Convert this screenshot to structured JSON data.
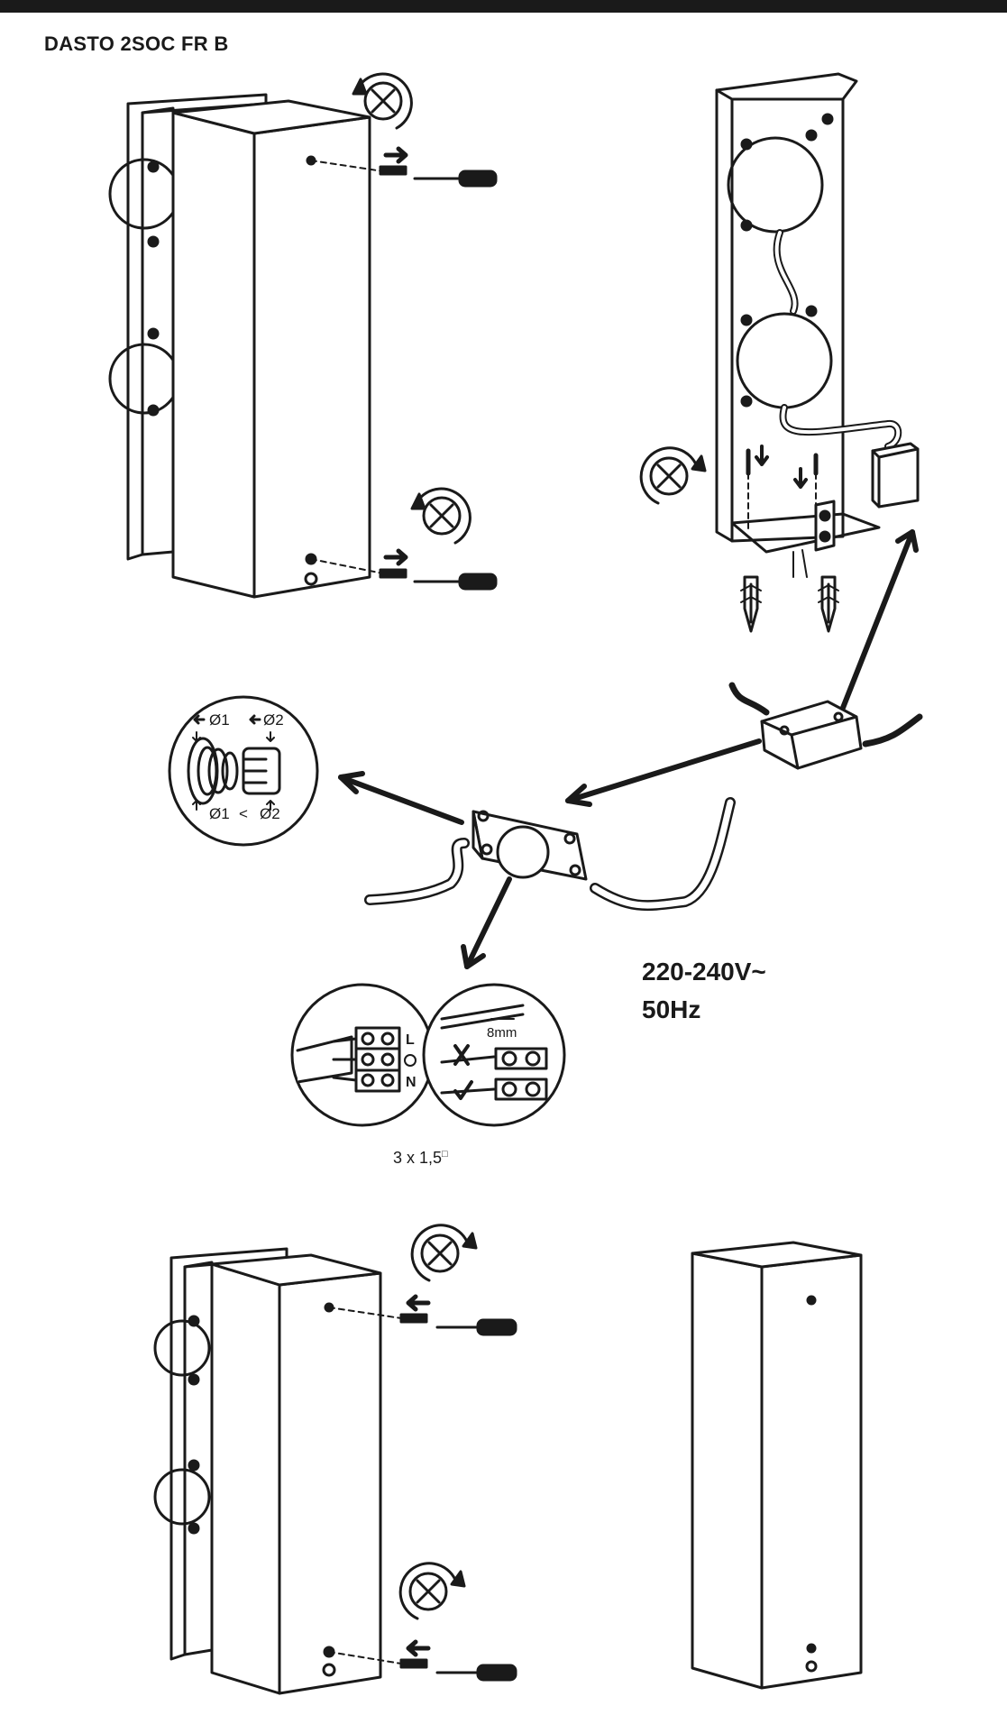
{
  "title": "DASTO 2SOC FR B",
  "voltage": {
    "line1": "220-240V~",
    "line2": "50Hz"
  },
  "cable_spec": "3 x 1,5",
  "cable_spec_unit": "□",
  "gland_detail": {
    "d1_top": "Ø1",
    "d2_top": "Ø2",
    "d1_bottom": "Ø1",
    "lt": "<",
    "d2_bottom": "Ø2"
  },
  "terminal_labels": {
    "live": "L",
    "neutral": "N"
  },
  "strip_length": "8mm",
  "colors": {
    "ink": "#1a1a1a",
    "background": "#ffffff"
  }
}
